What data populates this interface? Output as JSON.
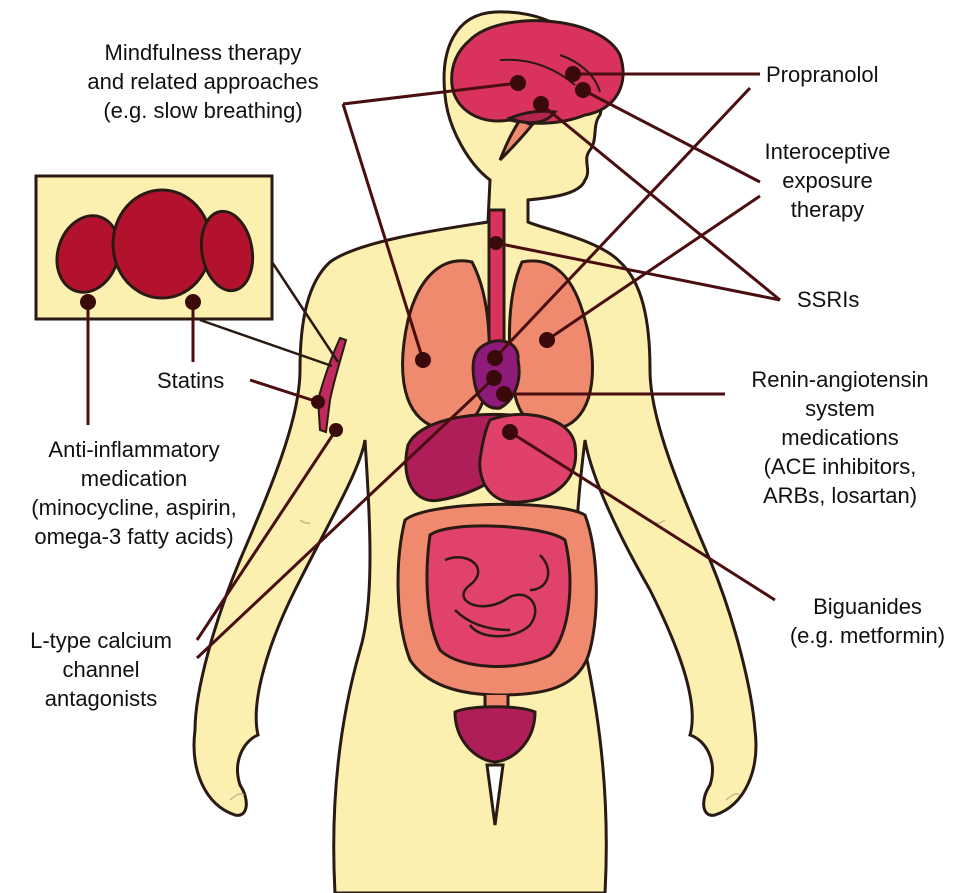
{
  "labels": {
    "mindfulness": [
      "Mindfulness therapy",
      "and related approaches",
      "(e.g. slow breathing)"
    ],
    "propranolol": [
      "Propranolol"
    ],
    "interoceptive": [
      "Interoceptive",
      "exposure",
      "therapy"
    ],
    "ssris": [
      "SSRIs"
    ],
    "renin": [
      "Renin-angiotensin",
      "system",
      "medications",
      "(ACE inhibitors,",
      "ARBs, losartan)"
    ],
    "biguanides": [
      "Biguanides",
      "(e.g. metformin)"
    ],
    "statins": [
      "Statins"
    ],
    "anti_inflammatory": [
      "Anti-inflammatory",
      "medication",
      "(minocycline, aspirin,",
      "omega-3 fatty acids)"
    ],
    "calcium": [
      "L-type calcium",
      "channel",
      "antagonists"
    ]
  },
  "colors": {
    "skin": "#fbf0b0",
    "outline": "#2a1a14",
    "brain": "#d9325d",
    "lung": "#ef8a6e",
    "heart": "#8e1a7a",
    "liver": "#c02a5c",
    "stomach": "#e0416a",
    "intestine_small": "#e0426a",
    "intestine_large": "#ef8a6e",
    "bladder": "#b01e5a",
    "blood_cell": "#b3122e",
    "inset_bg": "#fbf0b0",
    "connector": "#4a0d10",
    "dot": "#3a0a0a"
  }
}
